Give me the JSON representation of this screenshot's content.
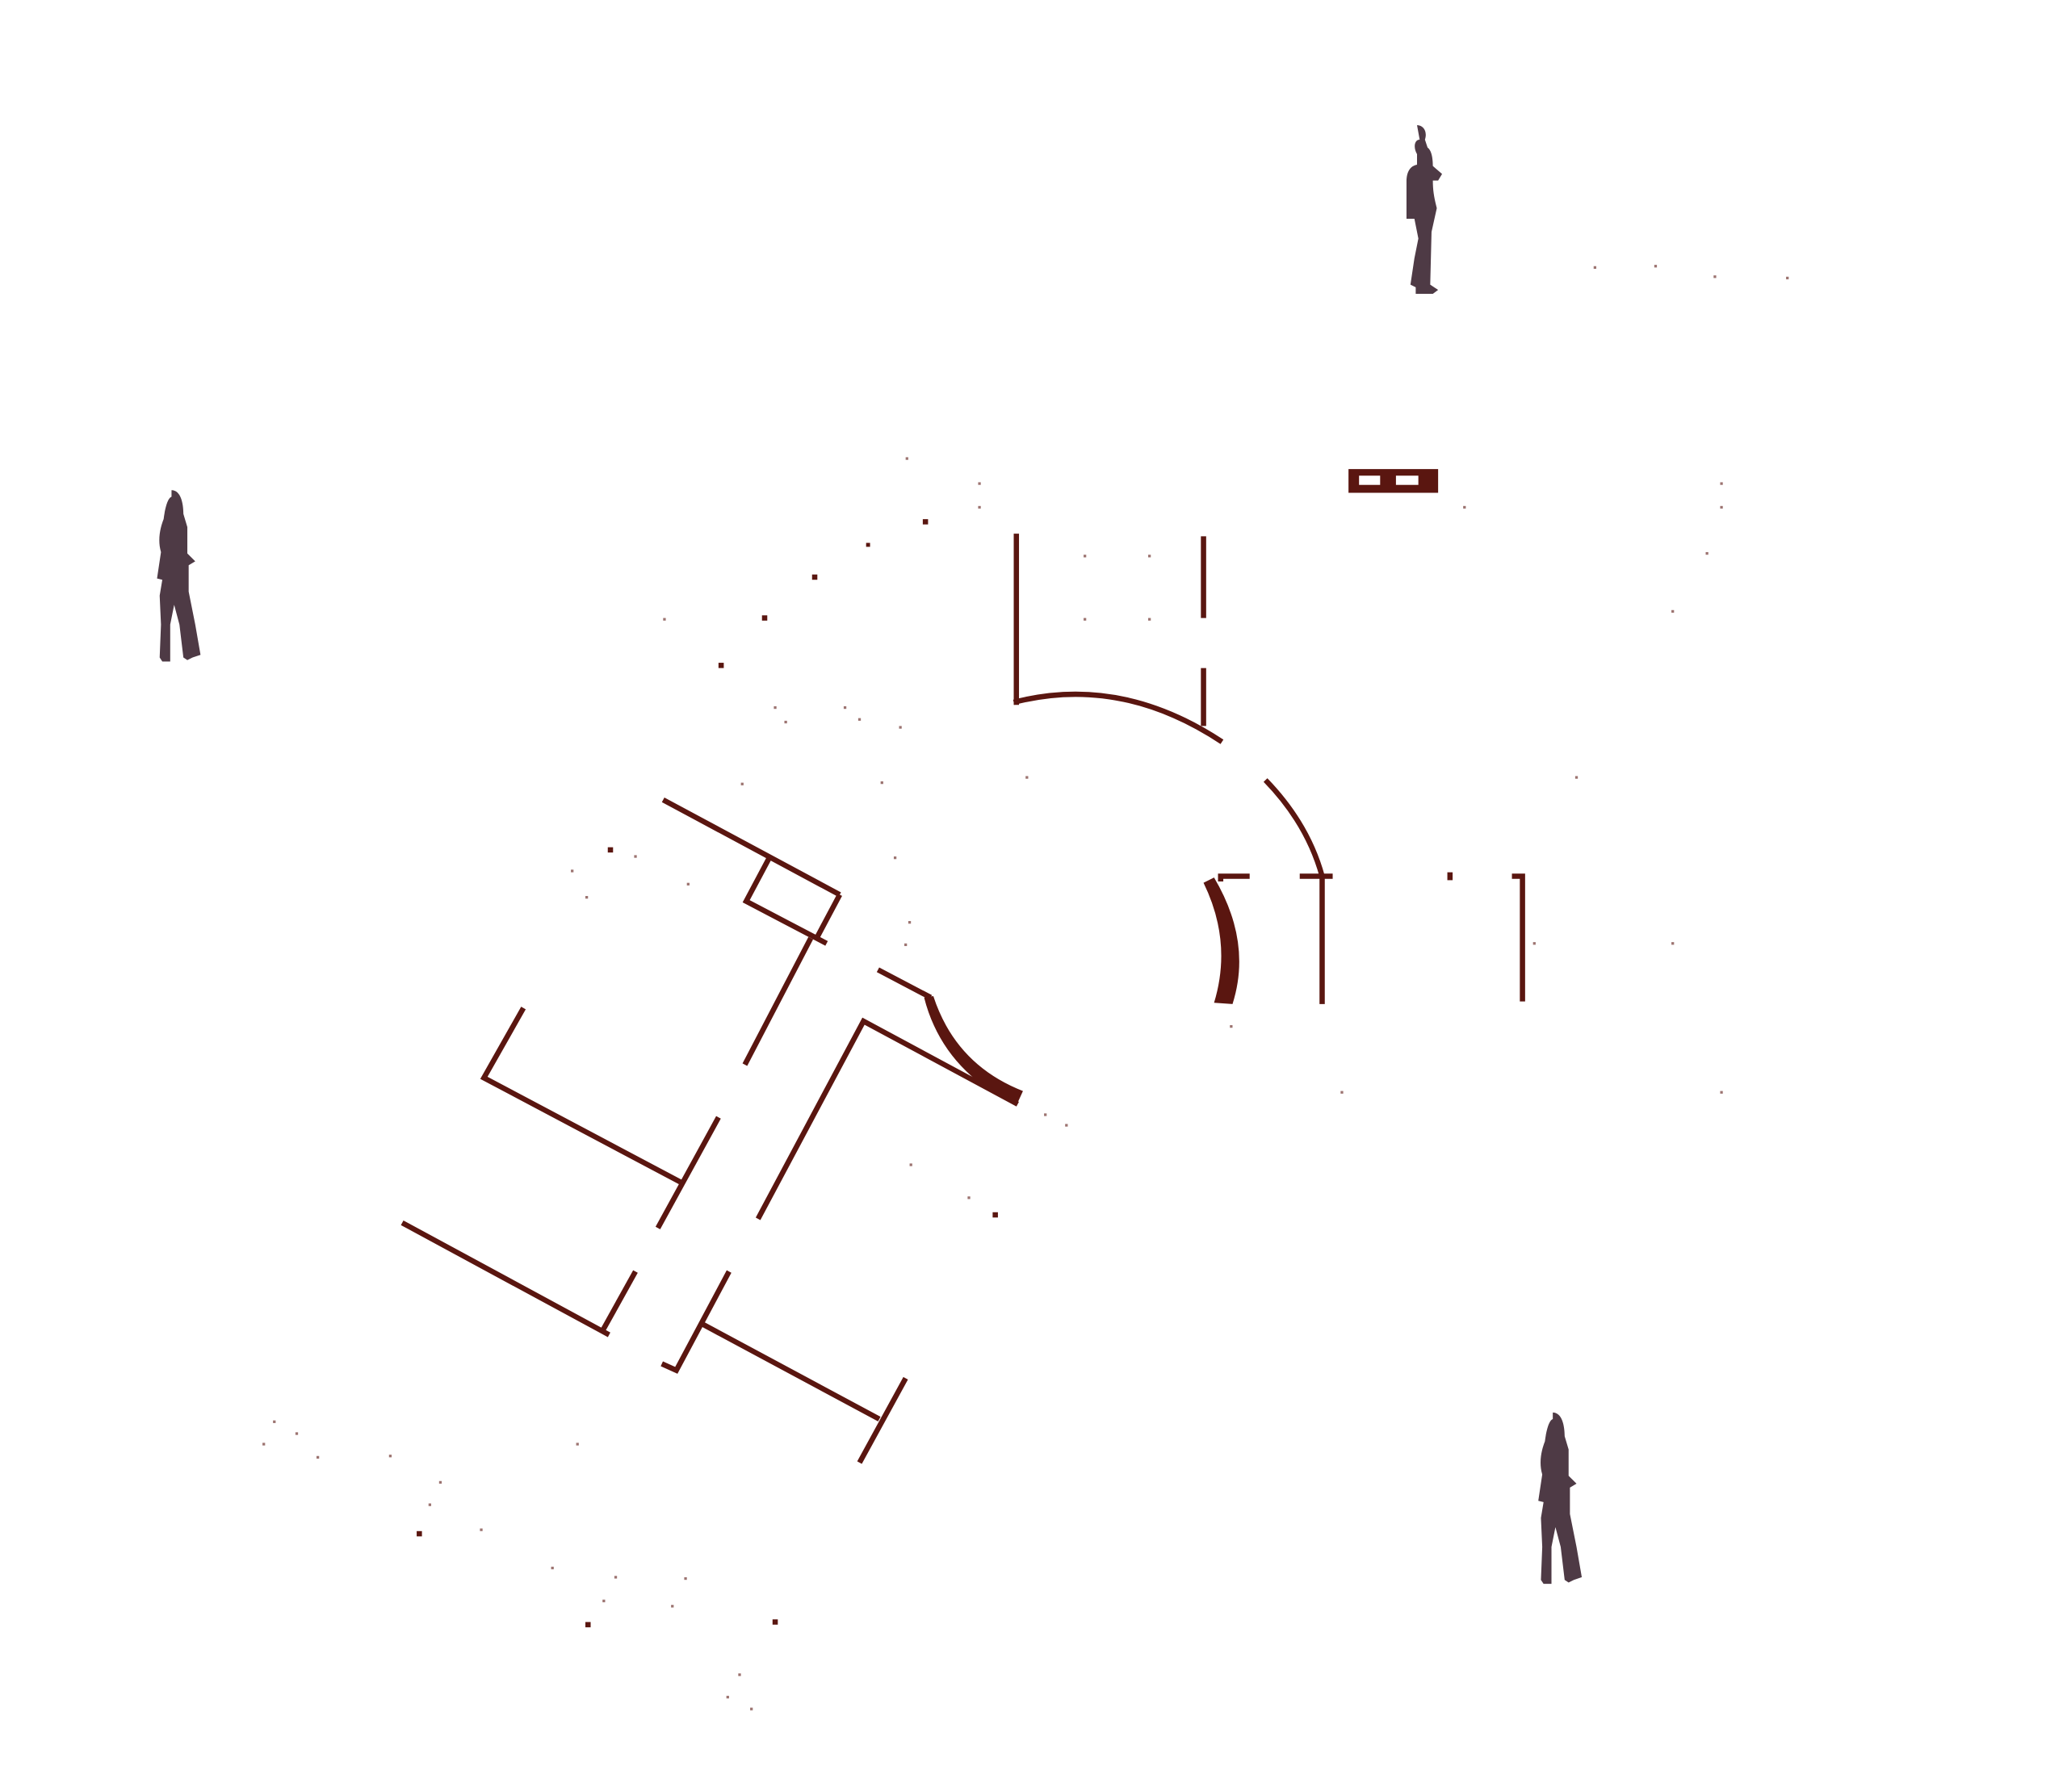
{
  "diagram": {
    "type": "architectural-floor-plan",
    "colors": {
      "wall": "#5a1610",
      "figure": "#4e3a45",
      "background": "#ffffff"
    },
    "figures": [
      "person-silhouette-standing-man",
      "person-silhouette-woman-left",
      "person-silhouette-woman-bottom"
    ],
    "elements": [
      "wall-segments",
      "curved-walls",
      "bench-block",
      "scattered-dots"
    ]
  }
}
